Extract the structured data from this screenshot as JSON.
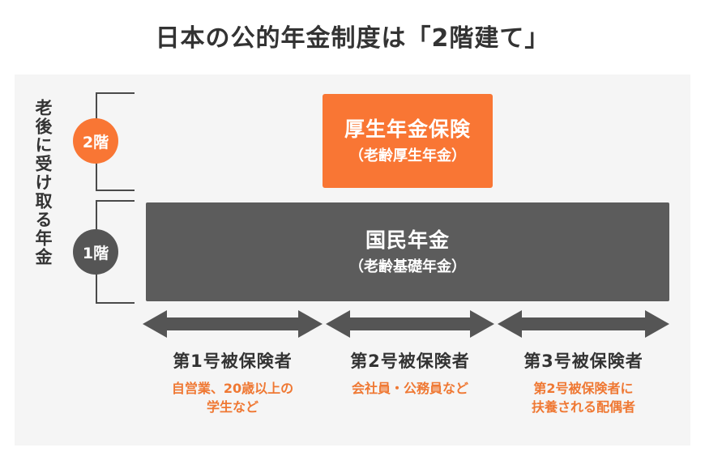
{
  "title": "日本の公的年金制度は「2階建て」",
  "colors": {
    "orange": "#f97634",
    "orange_text": "#ef7833",
    "gray_box": "#5c5c5c",
    "gray_circle": "#555555",
    "panel_bg": "#f5f5f5",
    "title_text": "#333333",
    "bracket_line": "#4a4a4a",
    "arrow": "#555555"
  },
  "vertical_caption": "老後に受け取る年金",
  "tiers": [
    {
      "id": "tier-2",
      "label": "2階",
      "color": "#f97634"
    },
    {
      "id": "tier-1",
      "label": "1階",
      "color": "#555555"
    }
  ],
  "boxes": {
    "kosei": {
      "main": "厚生年金保険",
      "sub": "（老齢厚生年金）"
    },
    "kokumin": {
      "main": "国民年金",
      "sub": "（老齢基礎年金）"
    }
  },
  "categories": [
    {
      "title": "第1号被保険者",
      "desc_line1": "自営業、20歳以上の",
      "desc_line2": "学生など"
    },
    {
      "title": "第2号被保険者",
      "desc_line1": "会社員・公務員など",
      "desc_line2": ""
    },
    {
      "title": "第3号被保険者",
      "desc_line1": "第2号被保険者に",
      "desc_line2": "扶養される配偶者"
    }
  ],
  "arrows": [
    {
      "name": "arrow-range-1"
    },
    {
      "name": "arrow-range-2"
    },
    {
      "name": "arrow-range-3"
    }
  ]
}
